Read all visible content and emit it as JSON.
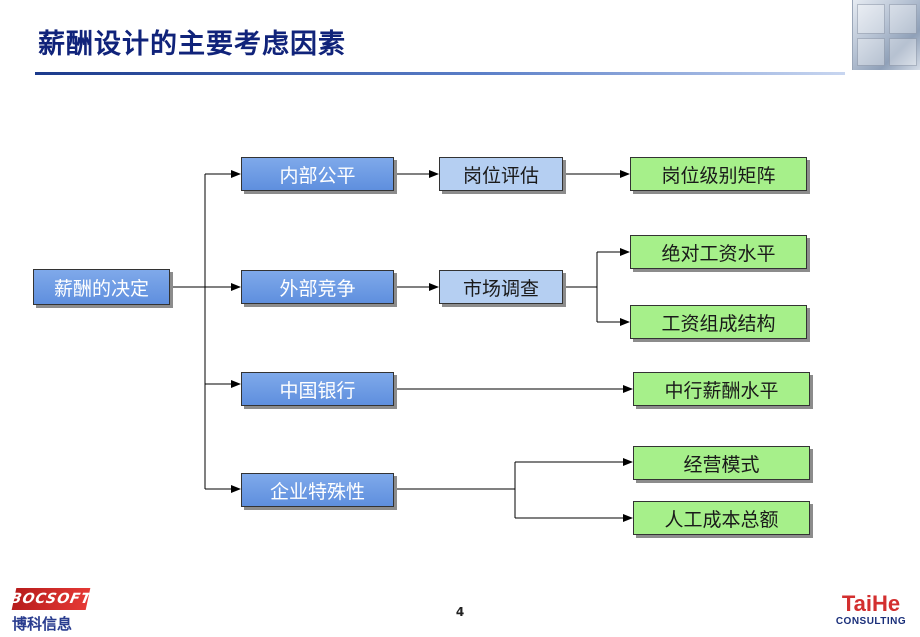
{
  "slide": {
    "title": "薪酬设计的主要考虑因素",
    "page_number": "4"
  },
  "diagram": {
    "root": "薪酬的决定",
    "factors": [
      "内部公平",
      "外部竞争",
      "中国银行",
      "企业特殊性"
    ],
    "methods": [
      "岗位评估",
      "市场调查"
    ],
    "outcomes": [
      "岗位级别矩阵",
      "绝对工资水平",
      "工资组成结构",
      "中行薪酬水平",
      "经营模式",
      "人工成本总额"
    ]
  },
  "logos": {
    "left_badge": "BOCSOFT",
    "left_name": "博科信息",
    "right_name": "TaiHe",
    "right_sub": "CONSULTING"
  },
  "colors": {
    "title": "#10237a",
    "factor_box": "#6f9ce6",
    "method_box": "#b5cff2",
    "outcome_box": "#a6f08a"
  }
}
